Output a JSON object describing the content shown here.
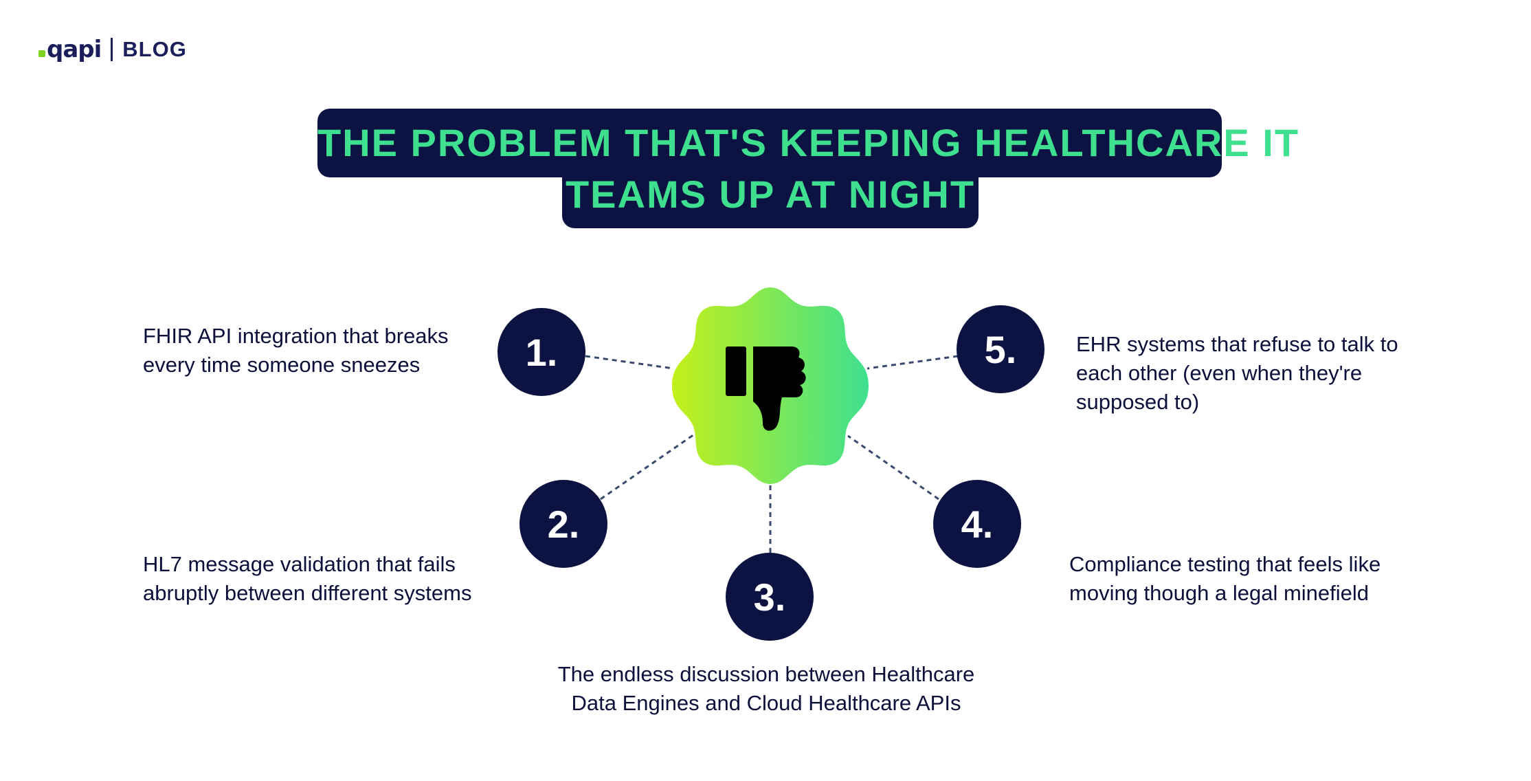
{
  "brand": {
    "logo_text": "qapi",
    "section": "BLOG"
  },
  "title": {
    "line1": "THE PROBLEM THAT'S KEEPING HEALTHCARE IT",
    "line2": "TEAMS UP AT NIGHT"
  },
  "center_icon": "thumbs-down-icon",
  "colors": {
    "navy": "#0c1242",
    "accent_green": "#3ee08f",
    "badge_from": "#c4f01a",
    "badge_to": "#3ee08f"
  },
  "items": [
    {
      "number": "1.",
      "text": "FHIR API integration that breaks every time someone sneezes"
    },
    {
      "number": "2.",
      "text": "HL7 message validation that fails abruptly between different systems"
    },
    {
      "number": "3.",
      "text": "The endless discussion between Healthcare Data Engines and Cloud Healthcare APIs"
    },
    {
      "number": "4.",
      "text": "Compliance testing that feels like moving though a legal minefield"
    },
    {
      "number": "5.",
      "text": "EHR systems that refuse to talk to each other (even when they're supposed to)"
    }
  ]
}
